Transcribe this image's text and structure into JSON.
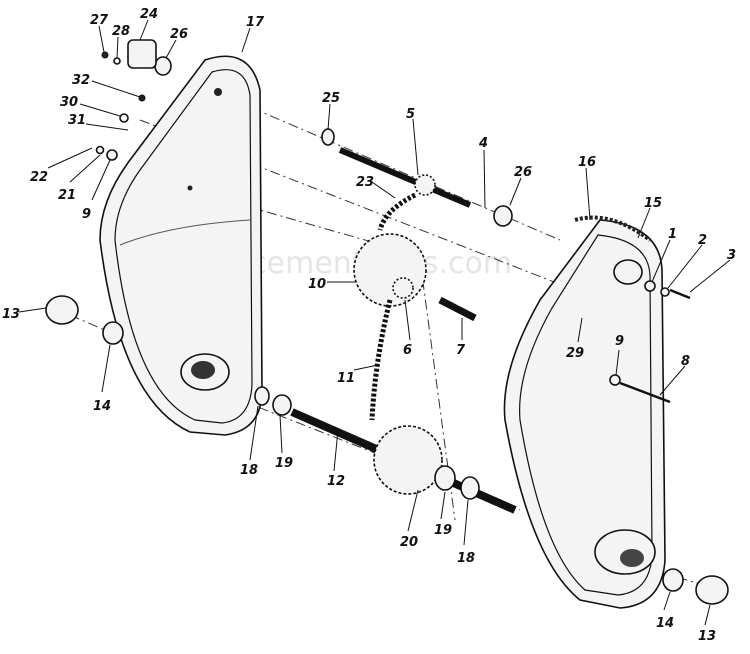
{
  "watermark": "eReplacementParts.com",
  "callouts": [
    "27",
    "28",
    "24",
    "26",
    "17",
    "32",
    "30",
    "31",
    "22",
    "21",
    "9",
    "25",
    "5",
    "4",
    "26",
    "23",
    "16",
    "15",
    "1",
    "2",
    "3",
    "10",
    "6",
    "7",
    "29",
    "9",
    "8",
    "13",
    "14",
    "11",
    "18",
    "19",
    "12",
    "20",
    "19",
    "18",
    "14",
    "13"
  ]
}
